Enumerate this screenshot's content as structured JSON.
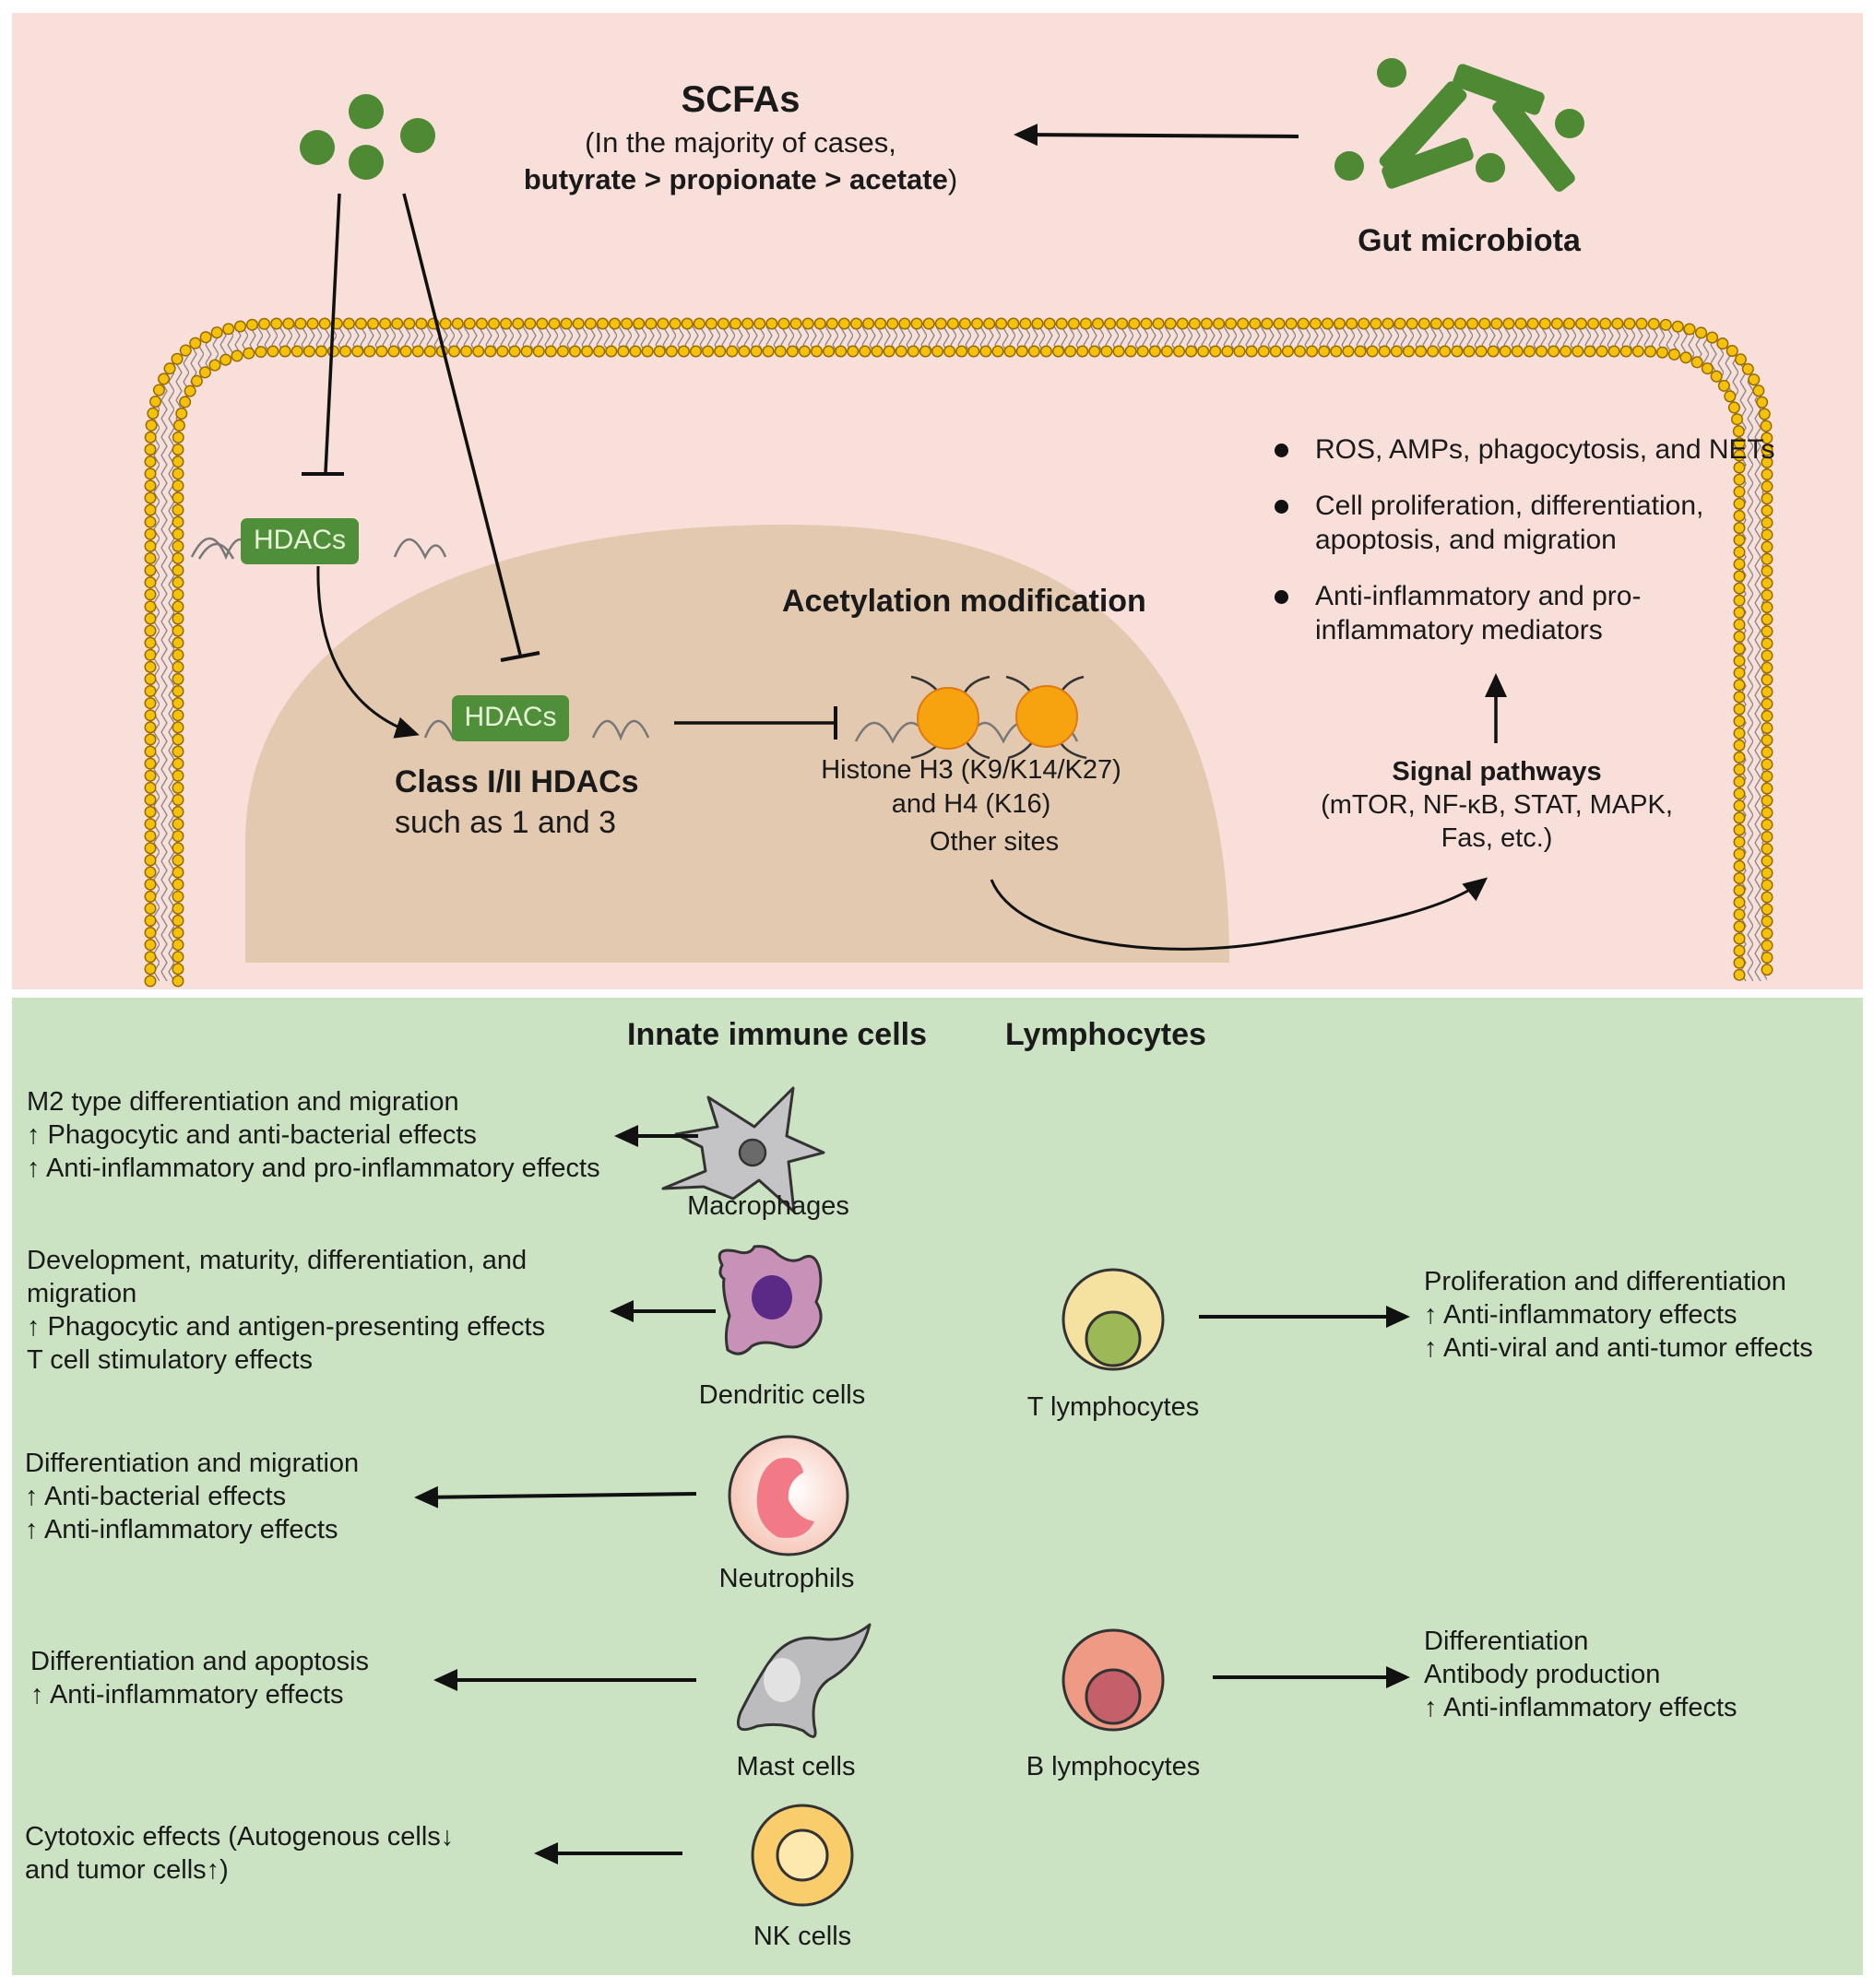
{
  "top": {
    "scfas": {
      "title": "SCFAs",
      "line1": "(In the majority of cases,",
      "line2_bold": "butyrate > propionate > acetate",
      "line2_close": ")"
    },
    "gut_microbiota_label": "Gut microbiota",
    "hdac_cytoplasm_label": "HDACs",
    "hdac_nucleus_label": "HDACs",
    "class_hdacs": {
      "title": "Class I/II HDACs",
      "subtitle": "such as 1 and 3"
    },
    "acetylation": {
      "title": "Acetylation modification",
      "line1": "Histone H3 (K9/K14/K27)",
      "line2": "and H4 (K16)",
      "line3": "Other sites"
    },
    "signal": {
      "title": "Signal pathways",
      "line1": "(mTOR, NF-κB, STAT, MAPK,",
      "line2": "Fas, etc.)"
    },
    "outcomes": [
      "ROS, AMPs, phagocytosis, and NETs",
      "Cell proliferation, differentiation, apoptosis, and migration",
      "Anti-inflammatory and pro-inflammatory mediators"
    ],
    "colors": {
      "background": "#f8dfda",
      "nucleus": "#e2c9b0",
      "scfa_green": "#4e8a34",
      "hdac_box": "#4f8f3a",
      "membrane_head": "#f0b400",
      "histone": "#f7a20f"
    }
  },
  "bottom": {
    "headers": {
      "innate": "Innate immune cells",
      "lymphocytes": "Lymphocytes"
    },
    "innate_cells": [
      {
        "name": "Macrophages",
        "effects": [
          "M2 type differentiation and migration",
          "↑ Phagocytic and anti-bacterial effects",
          "↑ Anti-inflammatory and pro-inflammatory effects"
        ]
      },
      {
        "name": "Dendritic cells",
        "effects": [
          "Development, maturity, differentiation, and",
          "migration",
          "↑ Phagocytic and antigen-presenting effects",
          "T cell stimulatory effects"
        ]
      },
      {
        "name": "Neutrophils",
        "effects": [
          "Differentiation and migration",
          "↑ Anti-bacterial effects",
          "↑ Anti-inflammatory effects"
        ]
      },
      {
        "name": "Mast cells",
        "effects": [
          "Differentiation and apoptosis",
          "↑ Anti-inflammatory effects"
        ]
      },
      {
        "name": "NK cells",
        "effects": [
          "Cytotoxic effects (Autogenous cells↓",
          "and tumor cells↑)"
        ]
      }
    ],
    "lymphocytes": [
      {
        "name": "T lymphocytes",
        "effects": [
          "Proliferation and differentiation",
          "↑  Anti-inflammatory effects",
          "↑  Anti-viral and anti-tumor effects"
        ]
      },
      {
        "name": "B lymphocytes",
        "effects": [
          "Differentiation",
          "Antibody production",
          "↑  Anti-inflammatory effects"
        ]
      }
    ],
    "colors": {
      "background": "#cce3c3",
      "macrophage": "#c4c4c6",
      "dendritic": "#c891b8",
      "dendritic_nucleus": "#5a2a86",
      "neutrophil_nucleus": "#f27a86",
      "mast": "#bcbcbe",
      "nk_outer": "#f9cd6b",
      "nk_inner": "#fde8ad",
      "t_outer": "#f6e2a0",
      "t_inner": "#9cb857",
      "b_outer": "#ee9a85",
      "b_inner": "#c5606a"
    }
  }
}
